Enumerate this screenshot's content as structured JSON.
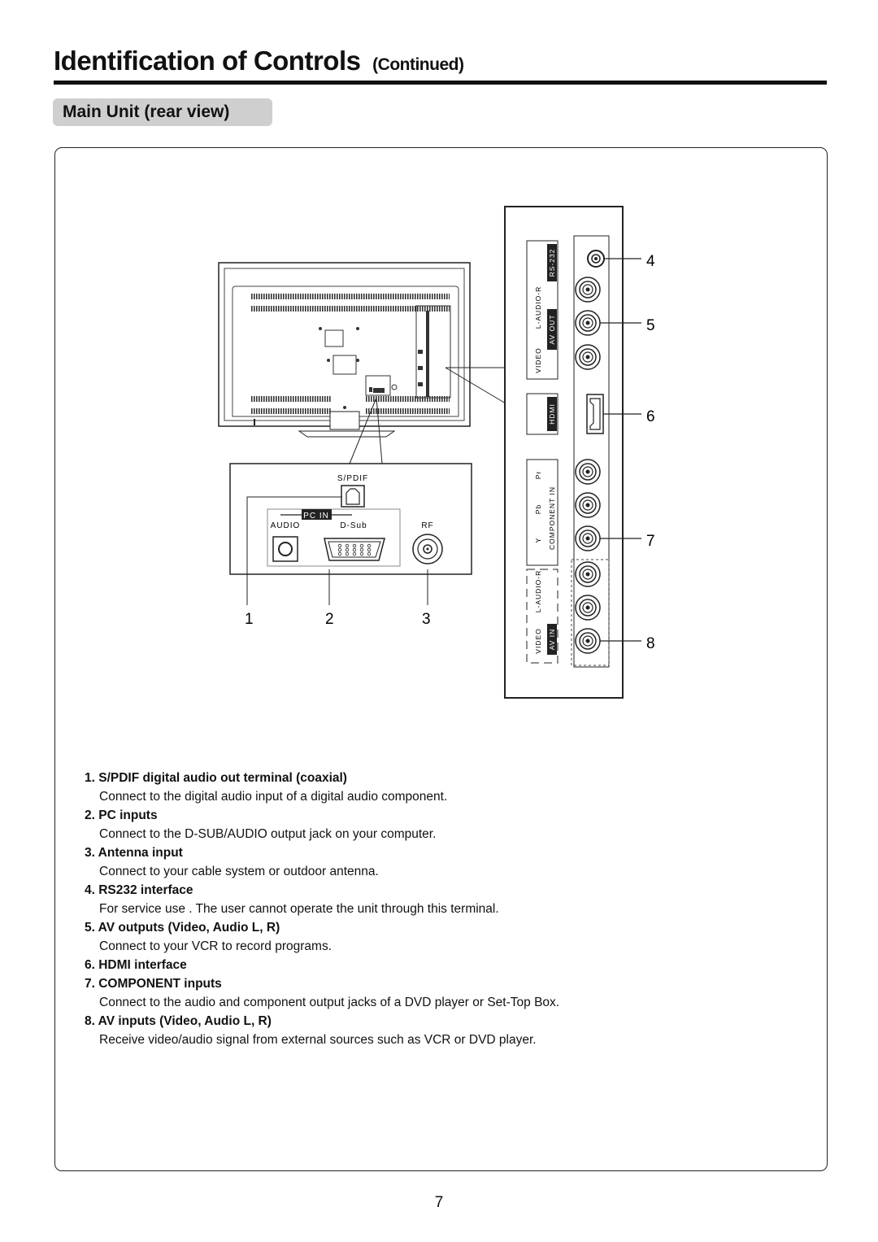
{
  "header": {
    "title": "Identification of Controls",
    "title_suffix": "(Continued)",
    "section": "Main Unit (rear view)"
  },
  "diagram": {
    "inset_labels": {
      "spdif": "S/PDIF",
      "pc_in": "PC IN",
      "audio": "AUDIO",
      "dsub": "D-Sub",
      "rf": "RF"
    },
    "side_panel_labels": {
      "rs232": "RS-232",
      "audio_lr_out": "L-AUDIO-R",
      "av_out": "AV OUT",
      "video_out": "VIDEO",
      "hdmi": "HDMI",
      "pr": "Pr",
      "pb": "Pb",
      "y": "Y",
      "component_in": "COMPONENT IN",
      "audio_lr_in": "L-AUDIO-R",
      "video_in": "VIDEO",
      "av_in": "AV IN"
    },
    "callouts": [
      "1",
      "2",
      "3",
      "4",
      "5",
      "6",
      "7",
      "8"
    ]
  },
  "descriptions": [
    {
      "heading": "1. S/PDIF digital audio out terminal (coaxial)",
      "text": "Connect to the digital audio input of a digital audio component."
    },
    {
      "heading": "2. PC  inputs",
      "text": "Connect to the D-SUB/AUDIO output jack on your computer."
    },
    {
      "heading": "3. Antenna input",
      "text": "Connect to your cable system or outdoor antenna."
    },
    {
      "heading": "4. RS232 interface",
      "text": "For service use . The user cannot operate the unit through this terminal."
    },
    {
      "heading": "5. AV  outputs (Video, Audio L, R)",
      "text": "Connect to your VCR to record programs."
    },
    {
      "heading": "6. HDMI interface",
      "text": ""
    },
    {
      "heading": "7. COMPONENT  inputs",
      "text": "Connect to the audio and component output jacks of a DVD player or Set-Top Box."
    },
    {
      "heading": "8. AV  inputs (Video, Audio L, R)",
      "text": "Receive video/audio signal from external sources such as VCR or DVD player."
    }
  ],
  "page_number": "7"
}
